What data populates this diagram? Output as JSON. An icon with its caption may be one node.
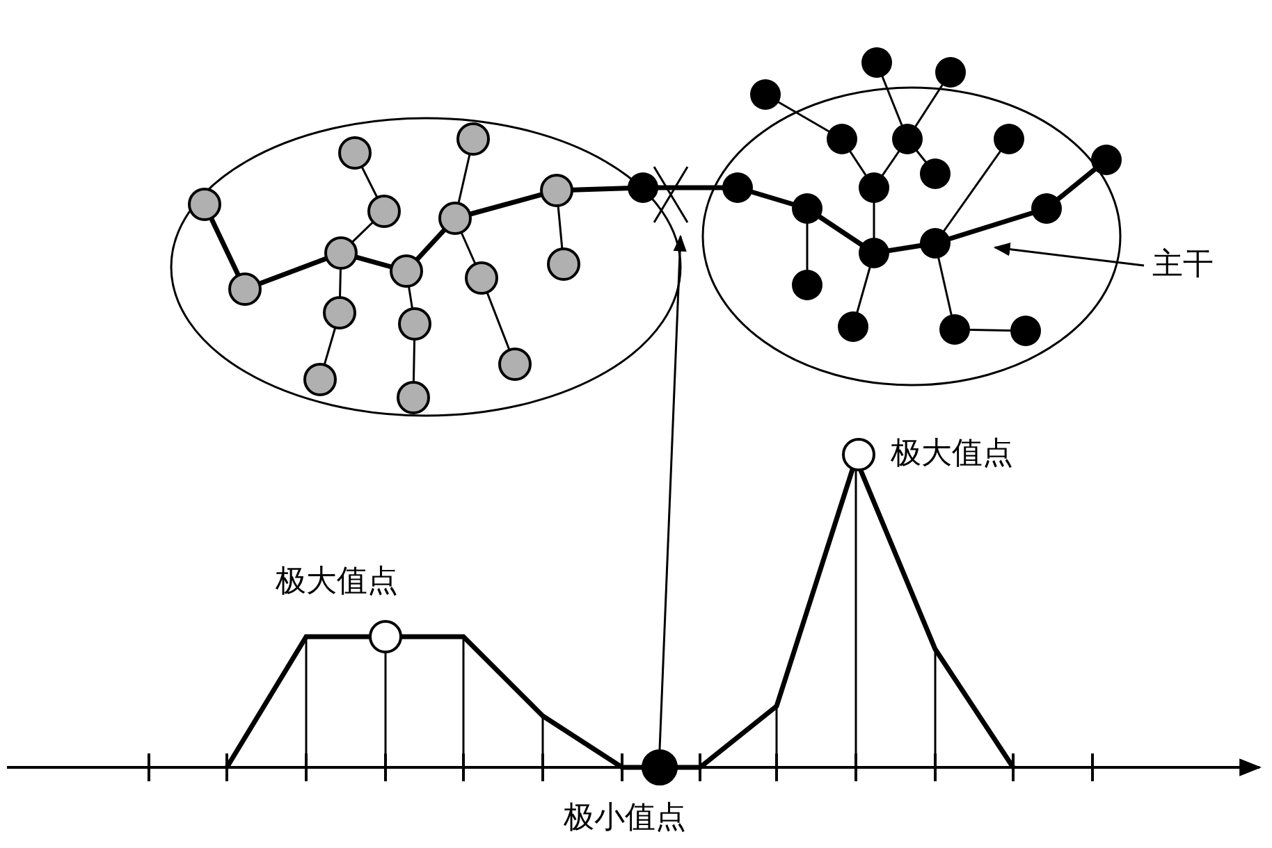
{
  "diagram": {
    "nodes": [
      {
        "text": [
          "主干"
        ]
      },
      {
        "text": [],
        "shape": "circle",
        "beside": [
          "极大值点"
        ]
      },
      {
        "text": [],
        "shape": "circle",
        "beside": [
          "极大值点"
        ]
      },
      {
        "text": [],
        "shape": "circle",
        "beside": [
          "极小值点"
        ]
      }
    ],
    "edges": [
      {
        "from": 0,
        "to": null,
        "arrow": "to"
      },
      {
        "from": 3,
        "to": null,
        "arrow": "to"
      }
    ]
  }
}
